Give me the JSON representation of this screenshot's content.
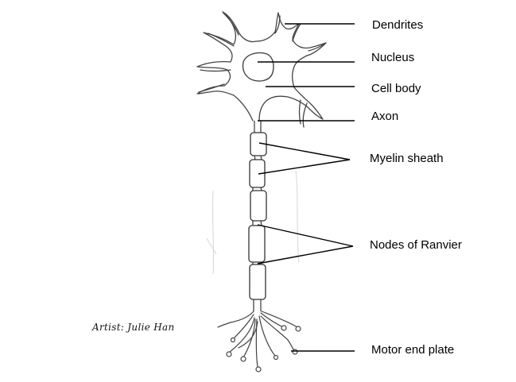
{
  "labels": {
    "dendrites": "Dendrites",
    "nucleus": "Nucleus",
    "cell_body": "Cell body",
    "axon": "Axon",
    "myelin_sheath": "Myelin sheath",
    "nodes_of_ranvier": "Nodes of Ranvier",
    "motor_end_plate": "Motor end plate"
  },
  "credit": "Artist: Julie Han",
  "colors": {
    "line": "#000000",
    "outline": "#444444",
    "faint": "#cccccc"
  }
}
